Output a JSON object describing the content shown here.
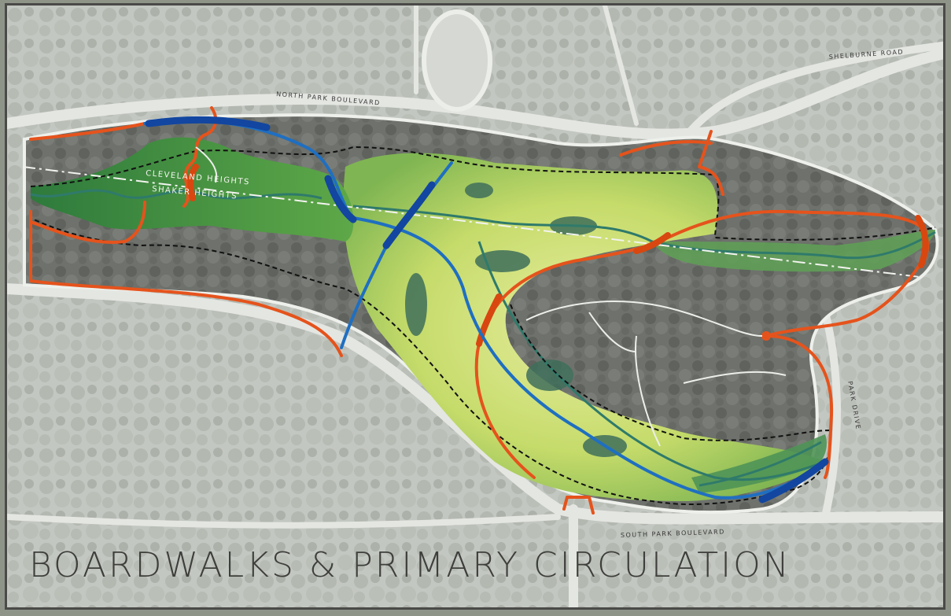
{
  "title": "BOARDWALKS & PRIMARY CIRCULATION",
  "labels": {
    "north_park_boulevard": "NORTH PARK BOULEVARD",
    "shelburne_road": "SHELBURNE ROAD",
    "south_park_boulevard": "SOUTH PARK BOULEVARD",
    "park_drive": "PARK DRIVE",
    "cleveland_heights": "CLEVELAND HEIGHTS",
    "shaker_heights": "SHAKER HEIGHTS"
  },
  "colors": {
    "primary_circulation": "#e5531c",
    "boardwalk": "#1f6fc1",
    "boardwalk_highlight": "#1246a0",
    "wooded_area": "#6a6d68",
    "meadow": "#c9dd6d",
    "wetland": "#3f8a55",
    "stream": "#2f7a6b"
  }
}
